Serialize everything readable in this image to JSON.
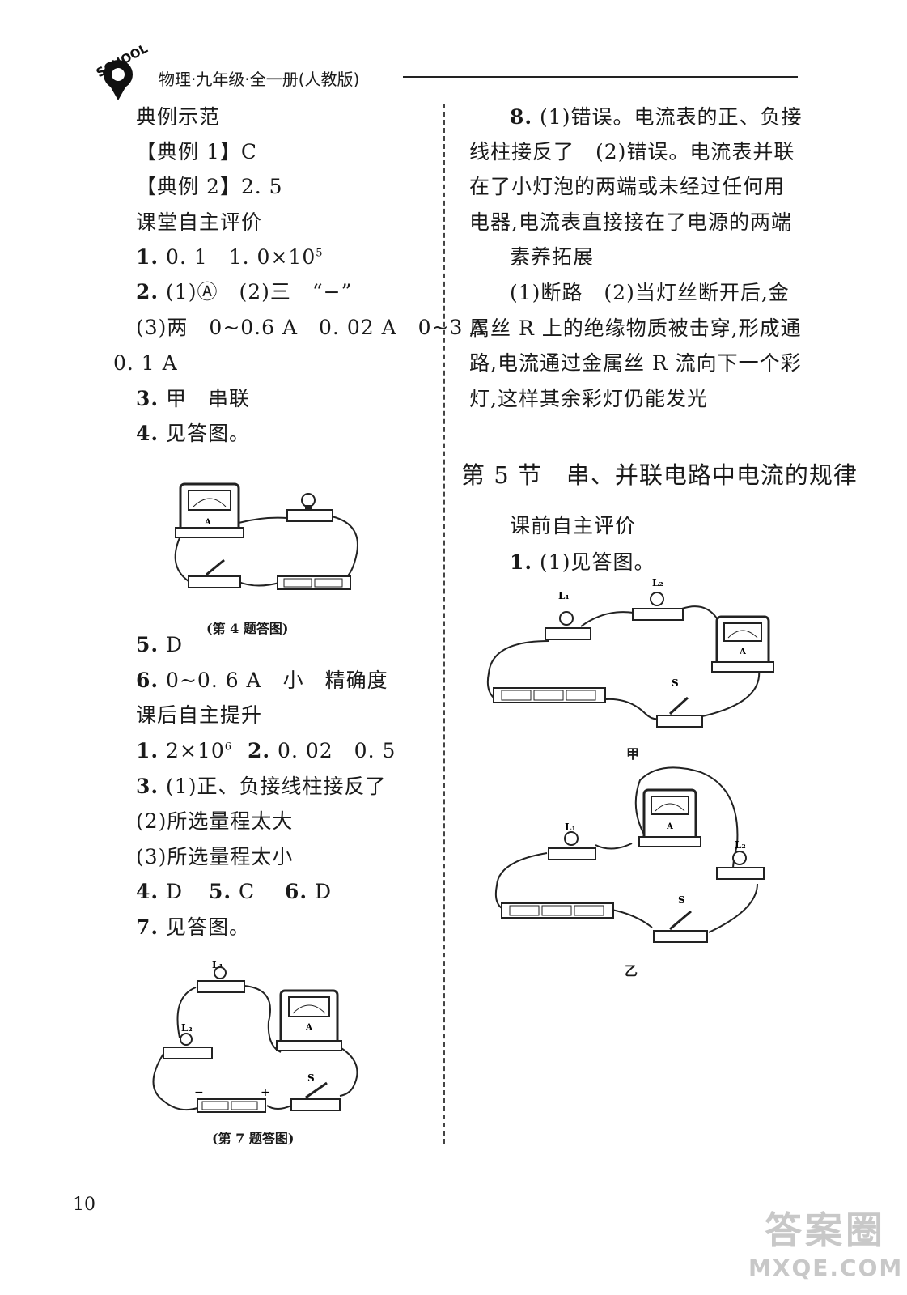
{
  "header": {
    "logo_text": "SCHOOL",
    "title": "物理·九年级·全一册(人教版)"
  },
  "left": {
    "lines": [
      {
        "text": "典例示范"
      },
      {
        "text": "【典例 1】C"
      },
      {
        "text": "【典例 2】2. 5"
      },
      {
        "text": "课堂自主评价"
      },
      {
        "num": "1.",
        "text": " 0. 1　1. 0×10",
        "sup": "5"
      },
      {
        "num": "2.",
        "text": " (1)Ⓐ　(2)三　“−”"
      },
      {
        "text": "(3)两　0~0.6 A　0. 02 A　0~3 A"
      },
      {
        "text": "0. 1 A"
      },
      {
        "num": "3.",
        "text": " 甲　串联"
      },
      {
        "num": "4.",
        "text": " 见答图。"
      },
      {
        "num": "5.",
        "text": " D"
      },
      {
        "num": "6.",
        "text": " 0~0. 6 A　小　精确度"
      },
      {
        "text": "课后自主提升"
      },
      {
        "num": "1.",
        "text": " 2×10",
        "sup": "6"
      },
      {
        "num": "2.",
        "text": " 0. 02　0. 5"
      },
      {
        "num": "3.",
        "text": " (1)正、负接线柱接反了"
      },
      {
        "text": "(2)所选量程太大"
      },
      {
        "text": "(3)所选量程太小"
      },
      {
        "num": "4.",
        "text": " D"
      },
      {
        "num": "5.",
        "text": " C"
      },
      {
        "num": "6.",
        "text": " D"
      },
      {
        "num": "7.",
        "text": " 见答图。"
      }
    ],
    "fig4_caption": "(第 4 题答图)",
    "fig7_caption": "(第 7 题答图)",
    "fig7_labels": {
      "l1": "L₁",
      "l2": "L₂",
      "s": "S",
      "minus": "−",
      "plus": "+"
    }
  },
  "right": {
    "lines": [
      {
        "num": "8.",
        "text": " (1)错误。电流表的正、负接"
      },
      {
        "text": "线柱接反了　(2)错误。电流表并联"
      },
      {
        "text": "在了小灯泡的两端或未经过任何用"
      },
      {
        "text": "电器,电流表直接接在了电源的两端"
      },
      {
        "text": "素养拓展"
      },
      {
        "text": "(1)断路　(2)当灯丝断开后,金"
      },
      {
        "text": "属丝 R 上的绝缘物质被击穿,形成通"
      },
      {
        "text": "路,电流通过金属丝 R 流向下一个彩"
      },
      {
        "text": "灯,这样其余彩灯仍能发光"
      }
    ],
    "section_title": "第 5 节　串、并联电路中电流的规律",
    "pre_title": "课前自主评价",
    "q1": {
      "num": "1.",
      "text": " (1)见答图。"
    },
    "fig_a_caption": "甲",
    "fig_b_caption": "乙",
    "labels": {
      "l1": "L₁",
      "l2": "L₂",
      "s": "S",
      "a": "A"
    }
  },
  "footer": {
    "page_number": "10",
    "watermark_main": "答案圈",
    "watermark_url": "MXQE.COM"
  }
}
